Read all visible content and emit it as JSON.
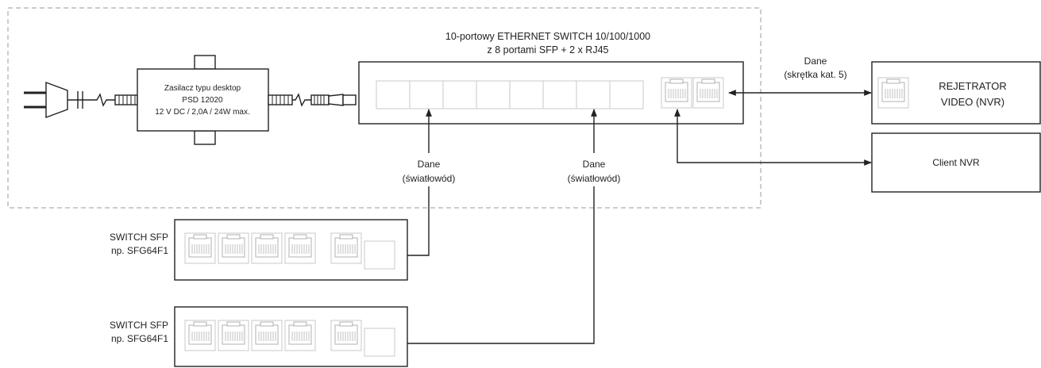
{
  "switch_main": {
    "title_line1": "10-portowy  ETHERNET SWITCH 10/100/1000",
    "title_line2": "z 8 portami SFP + 2 x RJ45",
    "sfp_ports": 8,
    "rj45_ports": 2
  },
  "power_supply": {
    "line1": "Zasilacz typu desktop",
    "line2": "PSD 12020",
    "line3": "12 V  DC / 2,0A / 24W max."
  },
  "nvr": {
    "line1": "REJETRATOR",
    "line2": "VIDEO (NVR)"
  },
  "client": {
    "label": "Client NVR"
  },
  "link_copper": {
    "line1": "Dane",
    "line2": "(skrętka kat. 5)"
  },
  "link_fiber": {
    "line1": "Dane",
    "line2": "(światłowód)"
  },
  "switch_sfp": {
    "line1": "SWITCH SFP",
    "line2": "np.  SFG64F1"
  },
  "colors": {
    "line": "#222222",
    "dashed": "#9a9a9a",
    "port_border": "#c8c8c8",
    "port_icon": "#b0b0b0"
  }
}
